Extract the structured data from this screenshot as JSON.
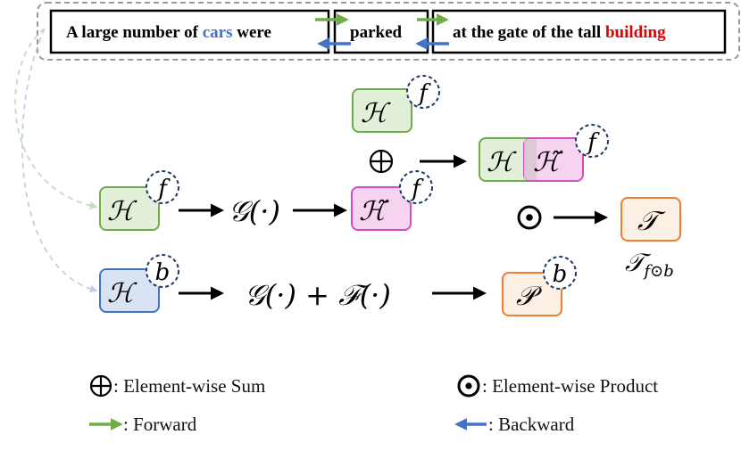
{
  "sentence": {
    "segment1": {
      "prefix": "A large number of ",
      "word": "cars",
      "suffix": " were"
    },
    "segment2": {
      "word": "parked"
    },
    "segment3": {
      "prefix": "at the gate of the tall ",
      "word": "building"
    }
  },
  "symbols": {
    "H": "ℋ",
    "H_tilde": "ℋ̃",
    "G_op": "𝒢(·)",
    "sum_expr": "𝒢(·) + ℱ(·)",
    "P": "𝒫",
    "T": "𝒯",
    "T_sub": "𝒯",
    "sub_label": "f⊙b",
    "f": "f",
    "b": "b",
    "oplus": "⊕",
    "odot": "⊙"
  },
  "legend": {
    "sum": ": Element-wise Sum",
    "product": ": Element-wise Product",
    "forward": ": Forward",
    "backward": ": Backward"
  },
  "colors": {
    "green_fill": "#e2efd9",
    "green_stroke": "#70ad47",
    "pink_fill": "#f6d3ef",
    "pink_stroke": "#d14fc2",
    "blue_fill": "#dae3f3",
    "blue_stroke": "#4472c4",
    "orange_fill": "#fcefe4",
    "orange_stroke": "#ed7d31",
    "cars": "#4472c4",
    "parked": "#ed7d31",
    "building": "#e00000",
    "forward_arrow": "#70ad47",
    "backward_arrow": "#4472c4"
  }
}
